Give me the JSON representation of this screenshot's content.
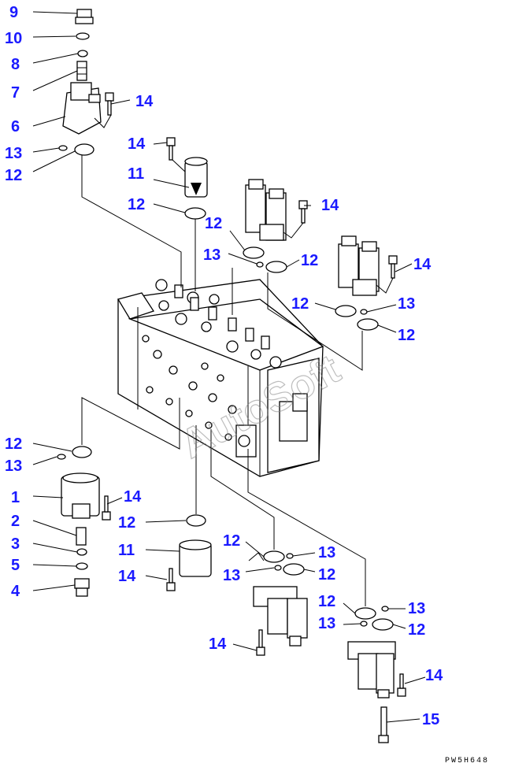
{
  "diagram": {
    "callouts": {
      "c9": "9",
      "c10": "10",
      "c8": "8",
      "c7": "7",
      "c6": "6",
      "c13a": "13",
      "c12a": "12",
      "c14a": "14",
      "c14b": "14",
      "c11a": "11",
      "c12b": "12",
      "c14c": "14",
      "c12c": "12",
      "c13b": "13",
      "c12d": "12",
      "c14d": "14",
      "c12e": "12",
      "c13c": "13",
      "c12f": "12",
      "c12g": "12",
      "c13d": "13",
      "c1": "1",
      "c14e": "14",
      "c2": "2",
      "c3": "3",
      "c5": "5",
      "c4": "4",
      "c12h": "12",
      "c11b": "11",
      "c14f": "14",
      "c12i": "12",
      "c13e": "13",
      "c13f": "13",
      "c12j": "12",
      "c14g": "14",
      "c12k": "12",
      "c13g": "13",
      "c13h": "13",
      "c12l": "12",
      "c14h": "14",
      "c15": "15"
    },
    "watermark": "AutoSoft",
    "drawing_code": "PW5H648"
  }
}
